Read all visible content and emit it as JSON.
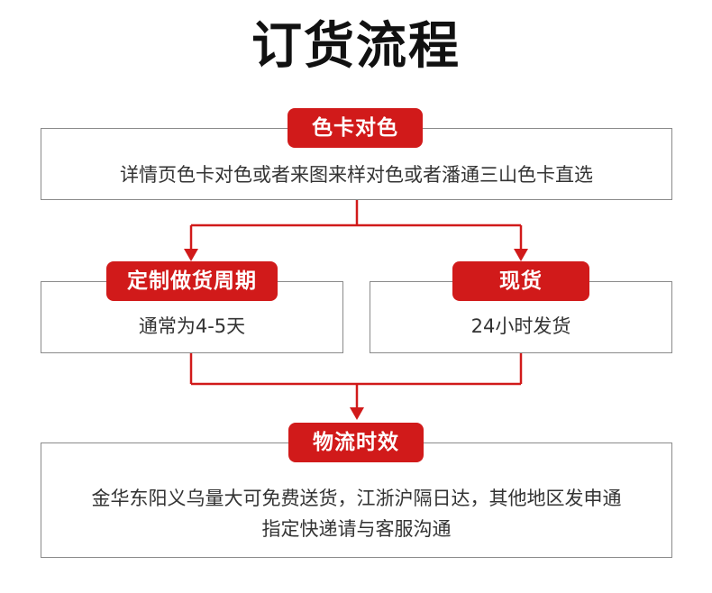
{
  "title": "订货流程",
  "colors": {
    "accent": "#d11a1a",
    "border": "#8a8a8a",
    "text": "#333333"
  },
  "nodes": {
    "color_match": {
      "label": "色卡对色",
      "text": "详情页色卡对色或者来图来样对色或者潘通三山色卡直选"
    },
    "custom": {
      "label": "定制做货周期",
      "text": "通常为4-5天"
    },
    "stock": {
      "label": "现货",
      "text": "24小时发货"
    },
    "logistics": {
      "label": "物流时效",
      "text_line1": "金华东阳义乌量大可免费送货，江浙沪隔日达，其他地区发申通",
      "text_line2": "指定快递请与客服沟通"
    }
  }
}
